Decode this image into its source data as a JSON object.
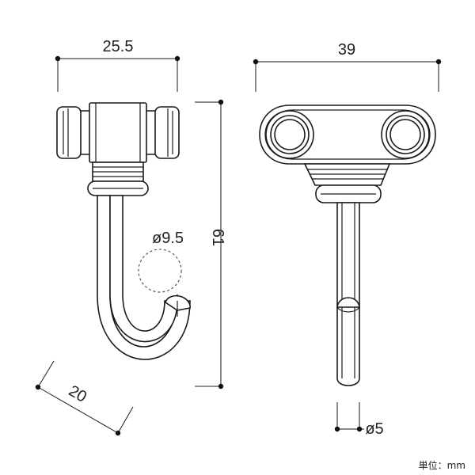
{
  "dimensions": {
    "front_width": "25.5",
    "side_width": "39",
    "height": "61",
    "hook_diameter": "ø9.5",
    "hook_span": "20",
    "rod_diameter": "ø5"
  },
  "unit": "単位：mm"
}
